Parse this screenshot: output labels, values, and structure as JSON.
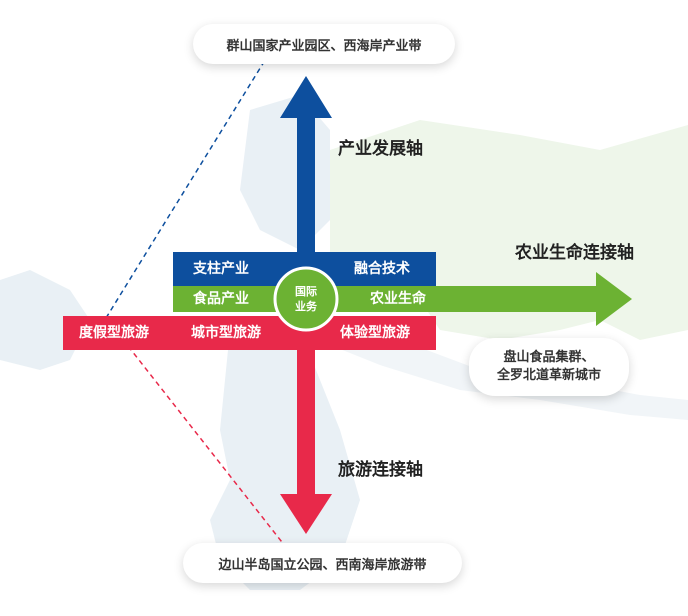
{
  "colors": {
    "blue": "#0d4f9e",
    "green": "#6cb233",
    "red": "#e8294a",
    "map": "#e9f0f5",
    "map_green": "#eef6ea"
  },
  "top_destination": "群山国家产业园区、西海岸产业带",
  "right_destination": "盘山食品集群、\n全罗北道革新城市",
  "bottom_destination": "边山半岛国立公园、西南海岸旅游带",
  "axes": {
    "vertical_top": "产业发展轴",
    "horizontal": "农业生命连接轴",
    "vertical_bottom": "旅游连接轴"
  },
  "bands": {
    "blue_left": "支柱产业",
    "blue_right": "融合技术",
    "green_left": "食品产业",
    "green_right": "农业生命",
    "red_left": "度假型旅游",
    "red_middle": "城市型旅游",
    "red_right": "体验型旅游"
  },
  "center": "国际\n业务"
}
